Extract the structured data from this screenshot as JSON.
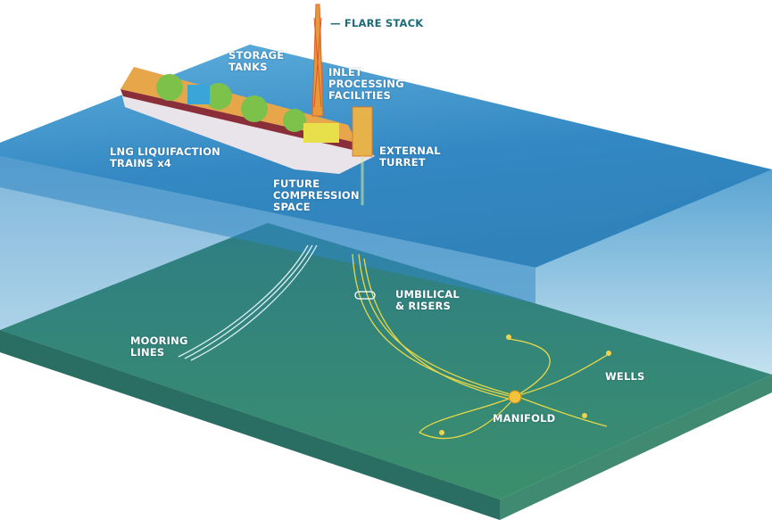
{
  "labels": {
    "flare_stack": "FLARE STACK",
    "storage_tanks": [
      "STORAGE",
      "TANKS"
    ],
    "inlet_processing": [
      "INLET",
      "PROCESSING",
      "FACILITIES"
    ],
    "lng_trains": [
      "LNG LIQUIFACTION",
      "TRAINS x4"
    ],
    "external_turret": [
      "EXTERNAL",
      "TURRET"
    ],
    "future_compression": [
      "FUTURE",
      "COMPRESSION",
      "SPACE"
    ],
    "umbilical_risers": [
      "UMBILICAL",
      "& RISERS"
    ],
    "mooring_lines": [
      "MOORING",
      "LINES"
    ],
    "wells": "WELLS",
    "manifold": "MANIFOLD"
  },
  "colors": {
    "sea_surface": "#3d97cf",
    "seabed": "#2f7f72",
    "label_dark": "#1d6b78",
    "subsea_lines": "#e6d84a"
  }
}
